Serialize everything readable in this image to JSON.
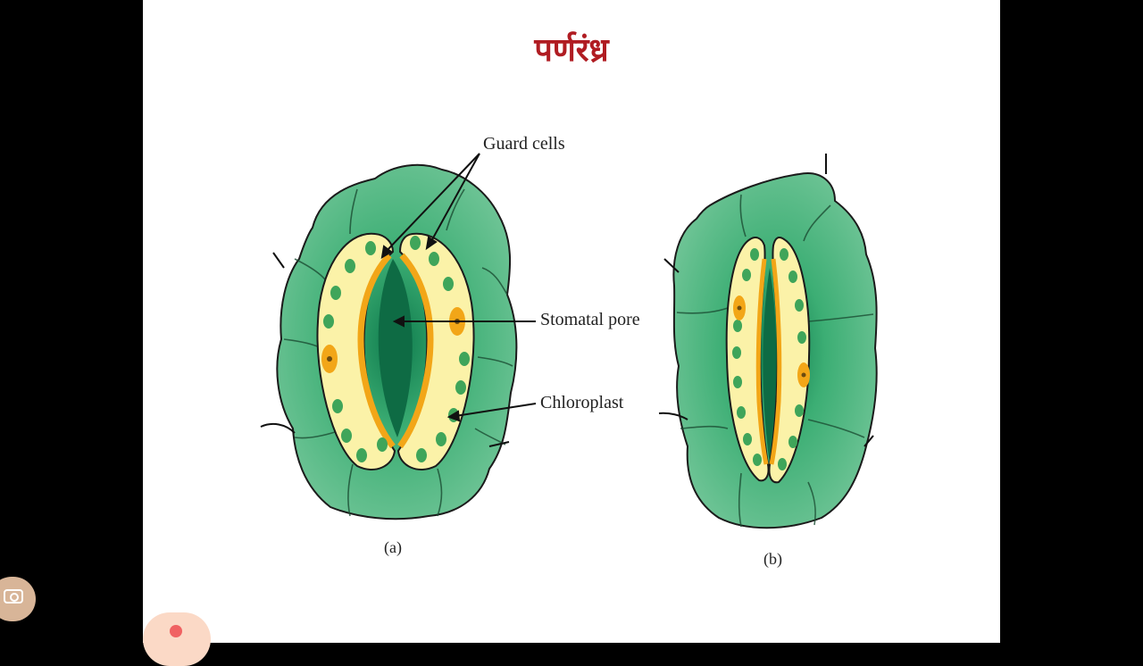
{
  "title": "पर्णरंध्र",
  "labels": {
    "guard_cells": "Guard cells",
    "stomatal_pore": "Stomatal pore",
    "chloroplast": "Chloroplast",
    "caption_a": "(a)",
    "caption_b": "(b)"
  },
  "colors": {
    "epidermal_cell": "#5ab98a",
    "guard_cell": "#fbf2a8",
    "cell_wall": "#f2a618",
    "chloroplast": "#3fa55a",
    "pore": "#0e6b44",
    "title": "#b01c22"
  },
  "icons": {
    "camera": "camera-icon",
    "record": "record-button"
  }
}
